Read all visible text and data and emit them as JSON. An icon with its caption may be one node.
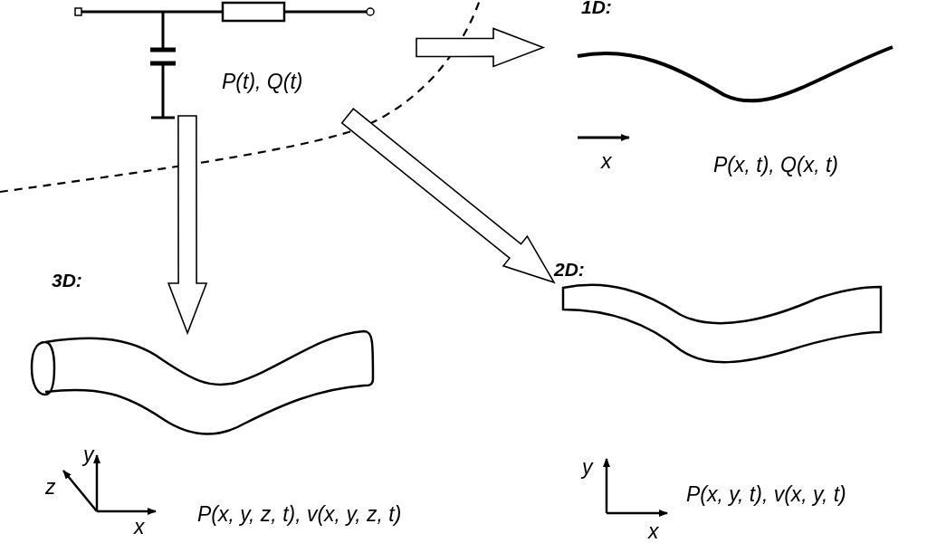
{
  "diagram": {
    "nodes": [
      {
        "text": [
          "P(t), Q(t)"
        ]
      },
      {
        "text": [
          "1D:",
          "x",
          "P(x, t), Q(x, t)"
        ]
      },
      {
        "text": [
          "2D:",
          "y",
          "P(x, y, t), v(x, y, t)",
          "x"
        ]
      },
      {
        "text": [
          "3D:",
          "y",
          "z",
          "P(x, y, z,  t), v(x, y, z, t)",
          "x"
        ]
      }
    ],
    "edges": [
      {
        "from": 0,
        "to": 1,
        "arrow": "to"
      },
      {
        "from": 0,
        "to": 3,
        "arrow": "to"
      },
      {
        "from": 0,
        "to": 2,
        "arrow": "to"
      }
    ]
  }
}
